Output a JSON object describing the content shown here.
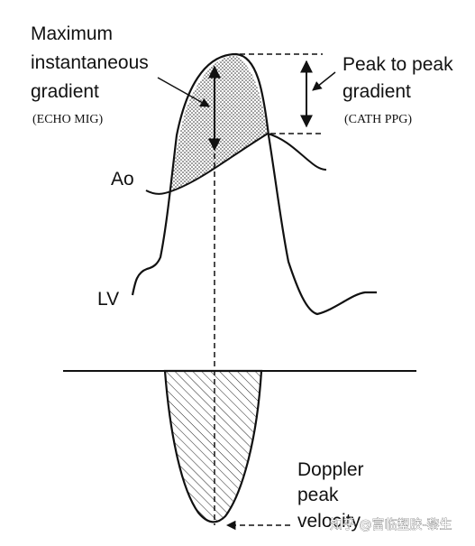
{
  "labels": {
    "max_gradient_line1": "Maximum",
    "max_gradient_line2": "instantaneous",
    "max_gradient_line3": "gradient",
    "echo_mig": "(ECHO MIG)",
    "peak_to_peak_line1": "Peak to peak",
    "peak_to_peak_line2": "gradient",
    "cath_ppg": "(CATH PPG)",
    "ao": "Ao",
    "lv": "LV",
    "doppler_line1": "Doppler",
    "doppler_line2": "peak",
    "doppler_line3": "velocity"
  },
  "watermark": "知乎 @富临塑胶-黎生",
  "colors": {
    "ink": "#111111",
    "background": "#ffffff"
  }
}
